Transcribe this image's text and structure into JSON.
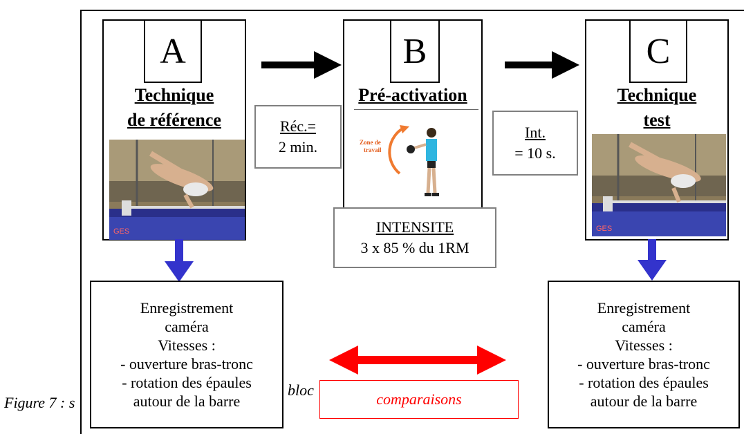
{
  "steps": [
    {
      "letter": "A",
      "title_line1": "Technique",
      "title_line2": "de référence"
    },
    {
      "letter": "B",
      "title_line1": "Pré-activation"
    },
    {
      "letter": "C",
      "title_line1": "Technique",
      "title_line2": "test"
    }
  ],
  "rest_box": {
    "line1": "Réc.=",
    "line2": "2 min."
  },
  "interval_box": {
    "line1": "Int.",
    "line2": "= 10 s."
  },
  "intensity_box": {
    "line1": "INTENSITE",
    "line2": "3 x 85 % du 1RM"
  },
  "zone_label": "Zone de travail",
  "record_left": {
    "lines": [
      "Enregistrement",
      "caméra",
      "Vitesses :",
      "- ouverture bras-tronc",
      "- rotation des épaules",
      "autour de la barre"
    ]
  },
  "record_right": {
    "lines": [
      "Enregistrement",
      "caméra",
      "Vitesses :",
      "- ouverture bras-tronc",
      "- rotation des épaules",
      "autour de la barre"
    ]
  },
  "comparison_label": "comparaisons",
  "caption": {
    "prefix": "Figure 7 : s",
    "fragment": "bloc"
  },
  "colors": {
    "blue_arrow": "#3333cc",
    "red": "#ff0000",
    "gray_border": "#7f7f7f"
  }
}
